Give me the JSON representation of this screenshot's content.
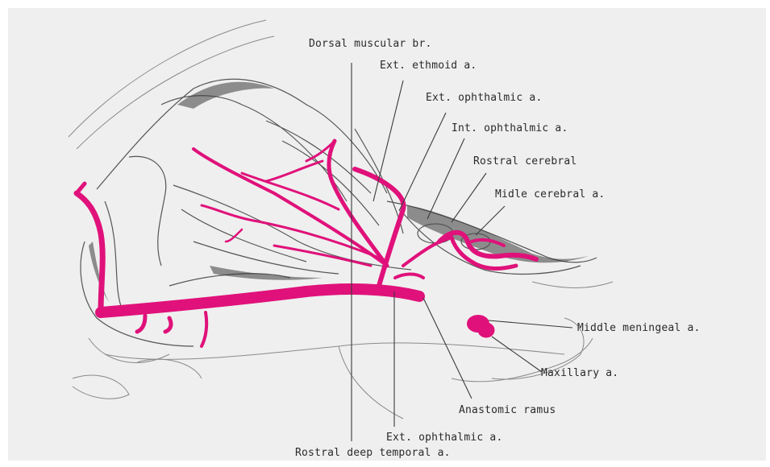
{
  "colors": {
    "artery": "#e0117a",
    "background": "#efefef",
    "ink": "#2a2a2a"
  },
  "labels": {
    "dorsal_muscular_br": "Dorsal muscular br.",
    "ext_ethmoid": "Ext. ethmoid a.",
    "ext_ophthalmic_top": "Ext. ophthalmic a.",
    "int_ophthalmic": "Int. ophthalmic a.",
    "rostral_cerebral": "Rostral cerebral",
    "midle_cerebral": "Midle cerebral a.",
    "middle_meningeal": "Middle meningeal a.",
    "maxillary": "Maxillary a.",
    "anastomic_ramus": "Anastomic ramus",
    "ext_ophthalmic_bottom": "Ext. ophthalmic a.",
    "rostral_deep_temporal": "Rostral deep temporal a."
  }
}
